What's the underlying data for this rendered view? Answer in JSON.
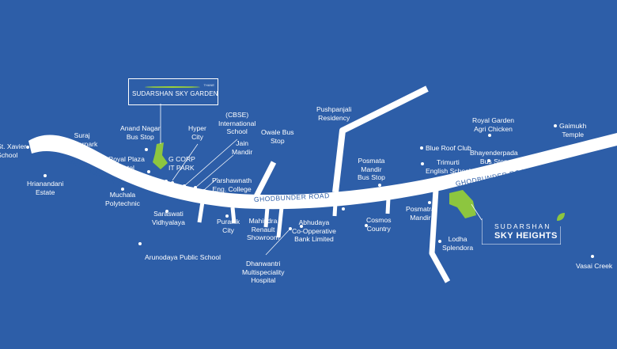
{
  "colors": {
    "background": "#2d5ea8",
    "road": "#ffffff",
    "road_label": "#2d5ea8",
    "project_plot": "#8dc63f",
    "text": "#ffffff"
  },
  "roads": {
    "main_road_label_west": "GHODBUNDER ROAD",
    "main_road_label_center": "GHODBUNDER ROAD",
    "main_road_label_east": "GHODBUNDER ROAD"
  },
  "projects": {
    "sky_garden": {
      "logo_tagline": "THANE",
      "logo_name": "SUDARSHAN SKY GARDEN"
    },
    "sky_heights": {
      "brand": "SUDARSHAN",
      "name": "SKY HEIGHTS",
      "leaf_icon": "leaf-icon"
    }
  },
  "landmarks": [
    {
      "id": "st-xavier",
      "label": "St. Xavier\nSchool"
    },
    {
      "id": "suraj",
      "label": "Suraj\nWaterpark"
    },
    {
      "id": "hrianandani",
      "label": "Hrianandani\nEstate"
    },
    {
      "id": "royal-plaza",
      "label": "Royal Plaza\nHotel"
    },
    {
      "id": "anand-nagar",
      "label": "Anand Nagar\nBus Stop"
    },
    {
      "id": "gcorp",
      "label": "G CORP\nIT PARK"
    },
    {
      "id": "hyper-city",
      "label": "Hyper\nCity"
    },
    {
      "id": "cbse",
      "label": "(CBSE)\nInternational\nSchool"
    },
    {
      "id": "jain",
      "label": "Jain\nMandir"
    },
    {
      "id": "parshawnath",
      "label": "Parshawnath\nEng. College"
    },
    {
      "id": "owale",
      "label": "Owale Bus\nStop"
    },
    {
      "id": "muchala",
      "label": "Muchala\nPolytechnic"
    },
    {
      "id": "saraswati",
      "label": "Saraswati\nVidhyalaya"
    },
    {
      "id": "puranik",
      "label": "Puranik\nCity"
    },
    {
      "id": "mahindra",
      "label": "Mahindra\nRenault\nShowroom"
    },
    {
      "id": "arunodaya",
      "label": "Arunodaya Public School"
    },
    {
      "id": "dhanwantri",
      "label": "Dhanwantri\nMultispeciality\nHospital"
    },
    {
      "id": "pushpanjali",
      "label": "Pushpanjali\nResidency"
    },
    {
      "id": "abhudaya",
      "label": "Abhudaya\nCo-Opperative\nBank Limited"
    },
    {
      "id": "posmata-bus",
      "label": "Posmata\nMandir\nBus Stop"
    },
    {
      "id": "cosmos",
      "label": "Cosmos\nCountry"
    },
    {
      "id": "posmatra",
      "label": "Posmatra\nMandir"
    },
    {
      "id": "blue-roof",
      "label": "Blue Roof Club"
    },
    {
      "id": "trimurti",
      "label": "Trimurti\nEnglish School"
    },
    {
      "id": "lodha",
      "label": "Lodha\nSplendora"
    },
    {
      "id": "royal-garden",
      "label": "Royal Garden\nAgri Chicken"
    },
    {
      "id": "bhayenderpada",
      "label": "Bhayenderpada\nBus Stop"
    },
    {
      "id": "gaimukh",
      "label": "Gaimukh\nTemple"
    },
    {
      "id": "vasai",
      "label": "Vasai Creek"
    }
  ]
}
